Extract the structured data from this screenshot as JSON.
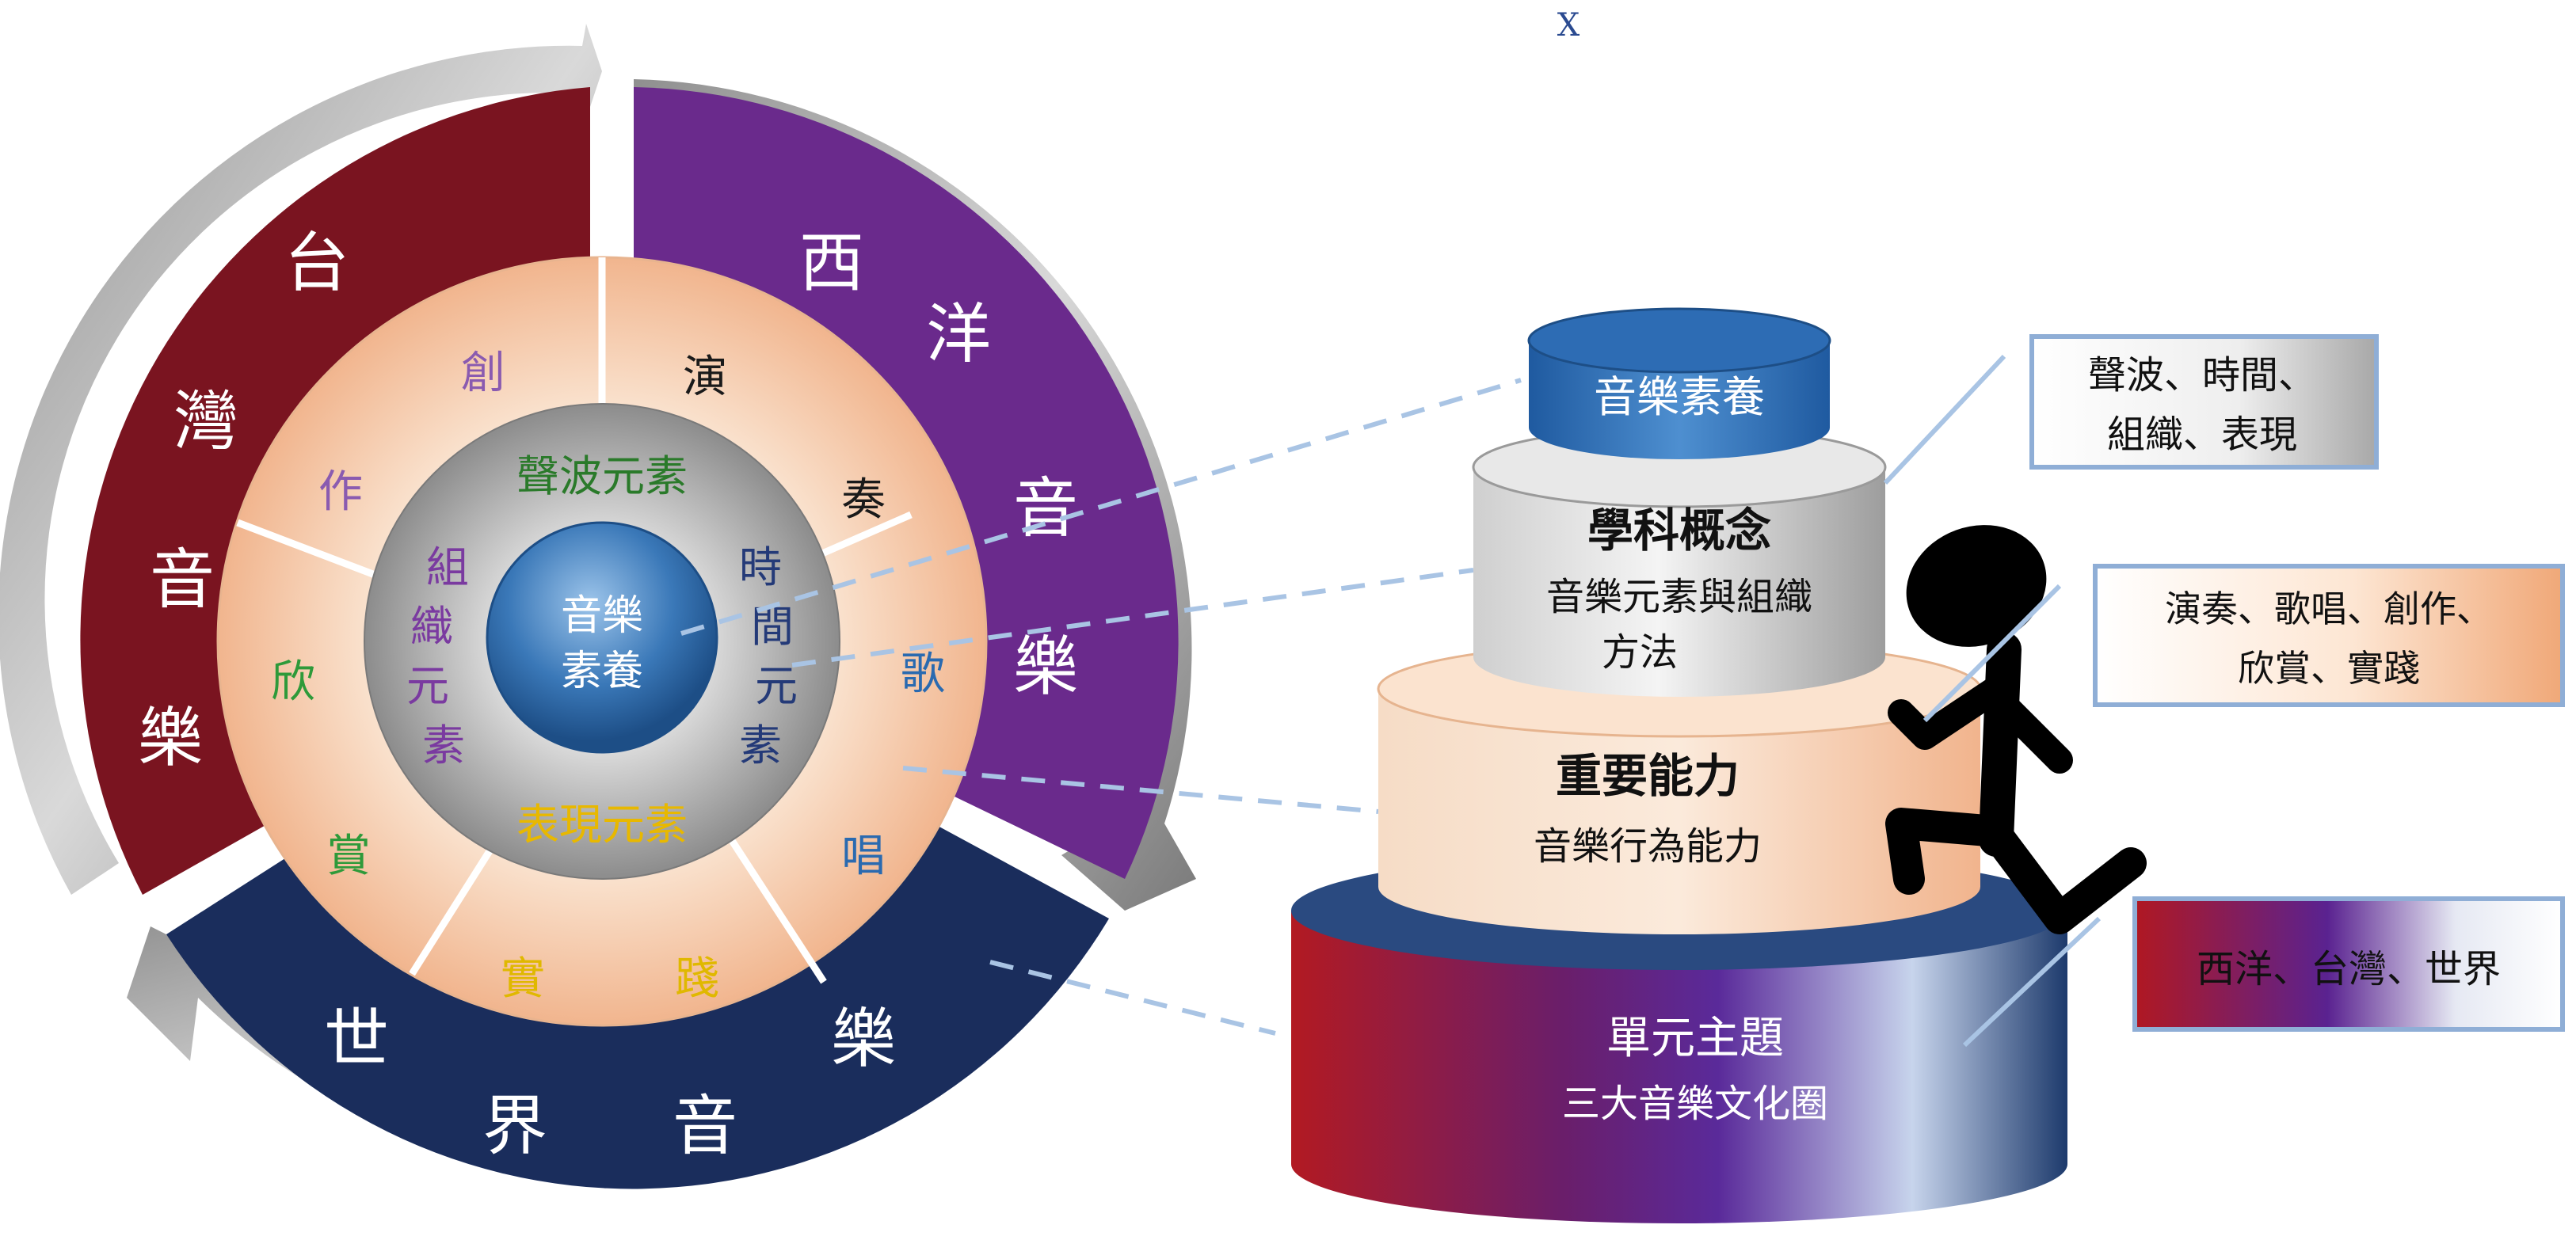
{
  "circle": {
    "outer": {
      "taiwan": [
        "台",
        "灣",
        "音",
        "樂"
      ],
      "western": [
        "西",
        "洋",
        "音",
        "樂"
      ],
      "world": [
        "世",
        "界",
        "音",
        "樂"
      ]
    },
    "middle": {
      "create": [
        "創",
        "作"
      ],
      "perform": [
        "演",
        "奏"
      ],
      "sing": [
        "歌",
        "唱"
      ],
      "appreciate": [
        "欣",
        "賞"
      ],
      "practice": [
        "實",
        "踐"
      ]
    },
    "inner": {
      "top": "聲波元素",
      "left": [
        "組",
        "織",
        "元",
        "素"
      ],
      "right": [
        "時",
        "間",
        "元",
        "素"
      ],
      "bottom": "表現元素"
    },
    "core": [
      "音樂",
      "素養"
    ],
    "colors": {
      "taiwan": "#7a1420",
      "western": "#6a2a8c",
      "world": "#1a2d5c",
      "middle_ring": "#f4c9a8",
      "inner_ring": "#9a9a9a",
      "core": "#2f6aa8"
    }
  },
  "pyramid": {
    "top": "音樂素養",
    "tier2": [
      "學科概念",
      "音樂元素與組織",
      "方法"
    ],
    "tier3": [
      "重要能力",
      "音樂行為能力"
    ],
    "base": [
      "單元主題",
      "三大音樂文化圈"
    ]
  },
  "labels": {
    "concept": [
      "聲波、時間、",
      "組織、表現"
    ],
    "ability": [
      "演奏、歌唱、創作、",
      "欣賞、實踐"
    ],
    "culture": "西洋、台灣、世界"
  },
  "decor": {
    "glyph": "Ⅹ"
  }
}
